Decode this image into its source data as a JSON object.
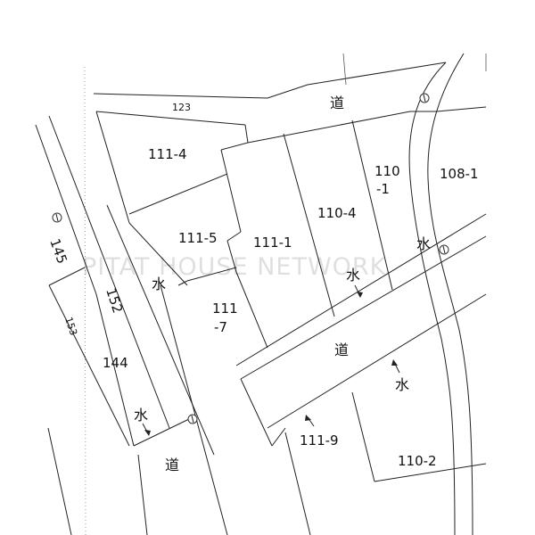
{
  "parcels": {
    "p111_4": "111-4",
    "p111_5": "111-5",
    "p111_1": "111-1",
    "p110_4": "110-4",
    "p110_1a": "110",
    "p110_1b": "-1",
    "p108_1": "108-1",
    "p111_7a": "111",
    "p111_7b": "-7",
    "p144": "144",
    "p145": "145",
    "p152": "152",
    "p153": "153",
    "p123": "123",
    "p111_9": "111-9",
    "p110_2": "110-2"
  },
  "labels": {
    "road": "道",
    "water": "水"
  },
  "watermark": "PITAT HOUSE NETWORK"
}
